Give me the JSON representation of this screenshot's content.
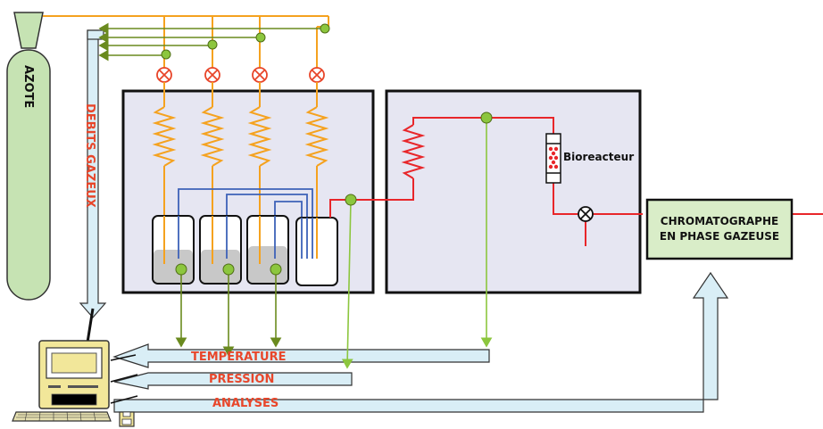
{
  "labels": {
    "cylinder": "AZOTE",
    "gas_flows": "DEBITS GAZEUX",
    "bioreactor": "Bioreacteur",
    "chromatograph_line1": "CHROMATOGRAPHE",
    "chromatograph_line2": "EN PHASE GAZEUSE",
    "temperature": "TEMPERATURE",
    "pressure": "PRESSION",
    "analyses": "ANALYSES"
  },
  "colors": {
    "gas_line": "#f5a21f",
    "hot_line": "#e8262a",
    "signal_line": "#6a8a1e",
    "probe": "#8cc63e",
    "data_arrow": "#d9eef6",
    "enclosure": "#e6e6f2",
    "cylinder": "#c6e3b3",
    "chromatograph": "#d9edc8",
    "label": "#e8462a"
  },
  "icons": [
    "gas-cylinder-icon",
    "valve-icon",
    "coil-icon",
    "vessel-icon",
    "computer-icon",
    "keyboard-icon",
    "floppy-disk-icon"
  ]
}
